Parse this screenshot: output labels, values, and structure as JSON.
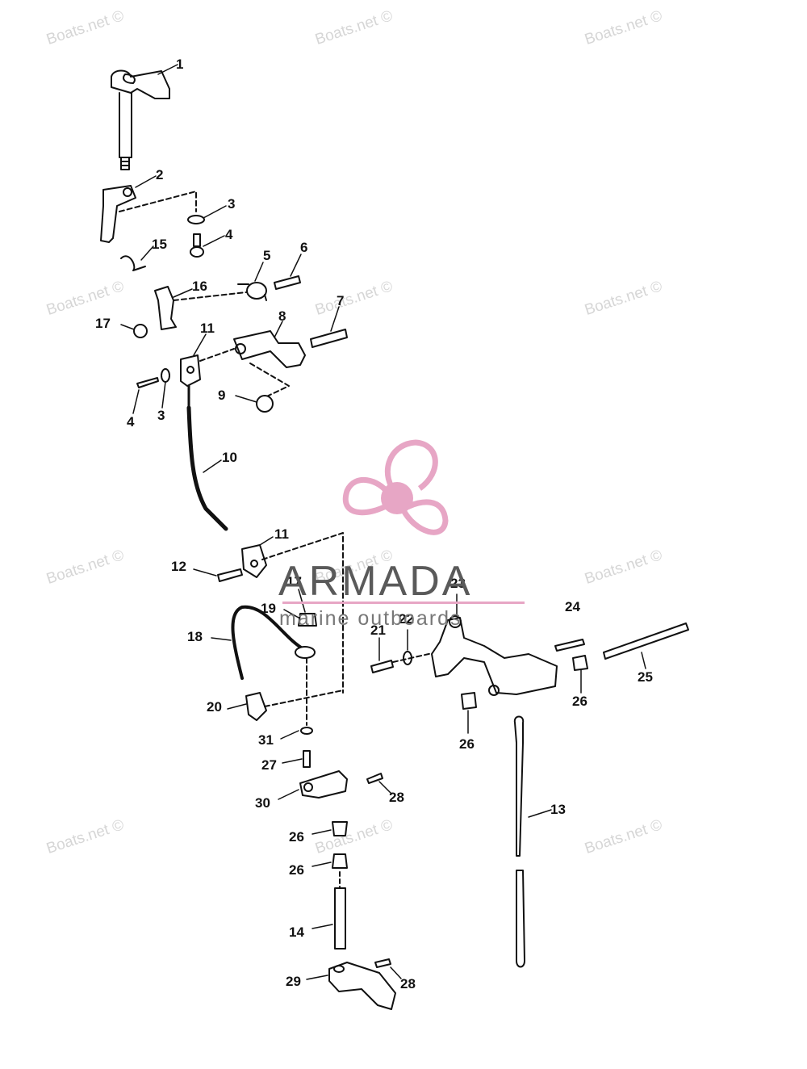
{
  "watermark": {
    "text": "Boats.net ©"
  },
  "brand": {
    "name": "ARMADA",
    "tagline": "marine outboards",
    "accent_color": "#e7a6c5"
  },
  "callouts": [
    "1",
    "2",
    "3",
    "4",
    "15",
    "5",
    "6",
    "16",
    "17",
    "7",
    "8",
    "11",
    "3",
    "4",
    "9",
    "10",
    "11",
    "12",
    "17",
    "19",
    "23",
    "24",
    "18",
    "21",
    "22",
    "25",
    "20",
    "26",
    "26",
    "31",
    "27",
    "28",
    "30",
    "13",
    "26",
    "26",
    "14",
    "29",
    "28"
  ],
  "colors": {
    "line": "#111111",
    "watermark": "#d6d6d6"
  }
}
